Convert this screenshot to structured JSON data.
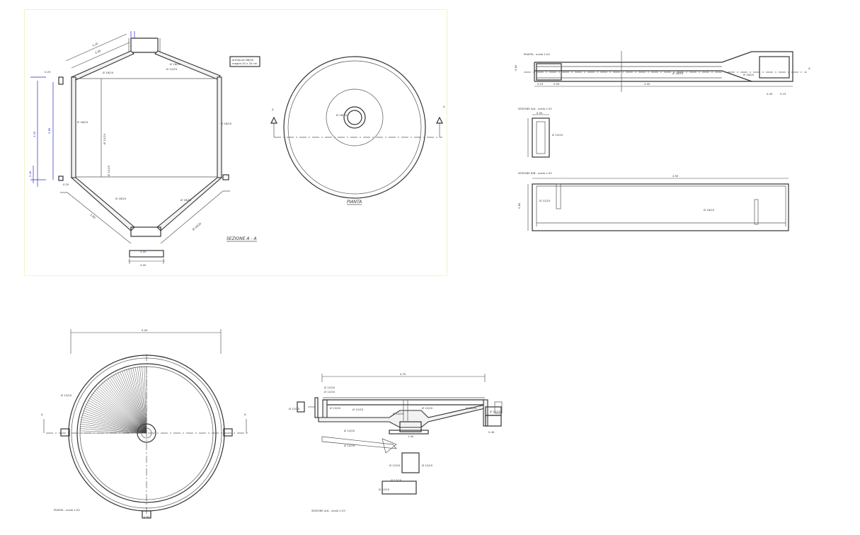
{
  "drawing_1": {
    "section_caption": "SEZIONE A - A",
    "plan_caption": "PIANTA",
    "section_markers": [
      "A",
      "A"
    ],
    "note_box": [
      "armatura Ø8/20",
      "maglia 20 x 20 cm"
    ],
    "border_color": "#f4f3c6"
  },
  "drawing_2": {
    "captions": [
      "PIANTA - scala 1:20",
      "SEZIONE A/A - scala 1:20",
      "SEZIONE B/B - scala 1:20"
    ]
  },
  "drawing_3": {
    "caption": "PIANTA - scala 1:25",
    "section_markers": [
      "A",
      "A"
    ]
  },
  "drawing_4": {
    "caption": "SEZIONE A/A - scala 1:25"
  }
}
